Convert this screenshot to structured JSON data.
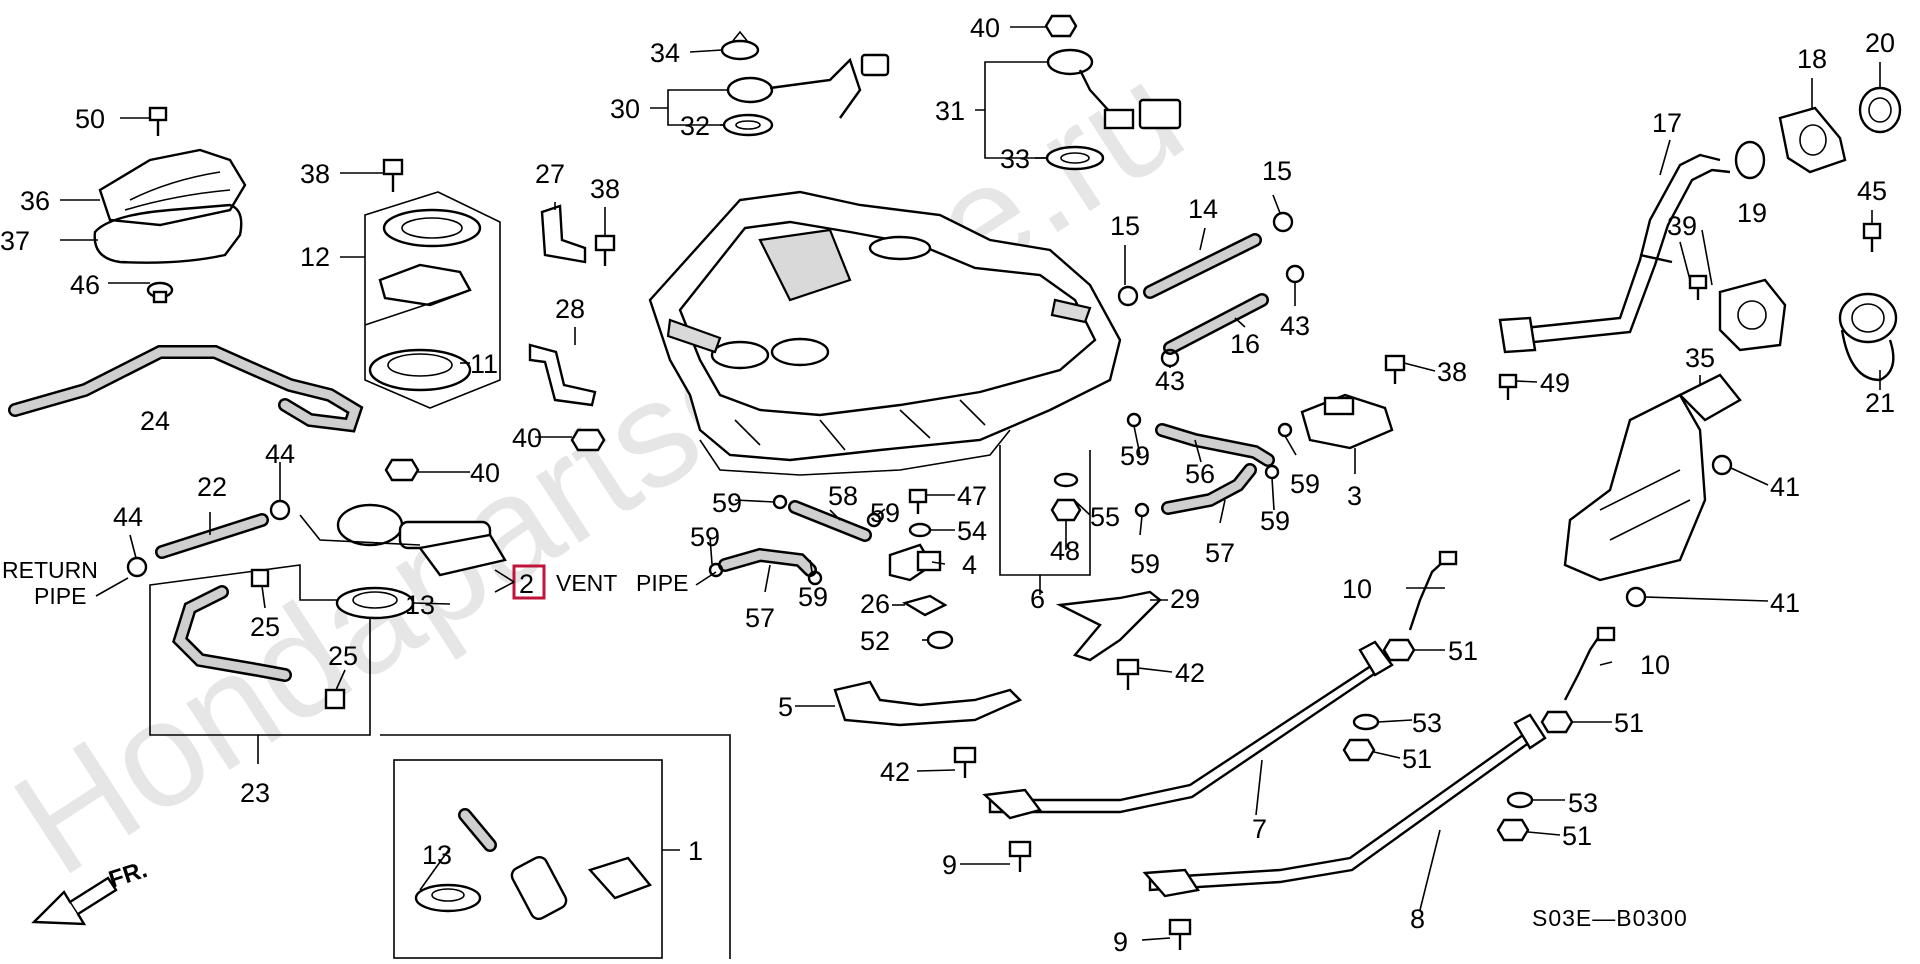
{
  "diagram": {
    "code": "S03E—B0300",
    "watermark": "Hondapartsonline.ru",
    "front_label": "FR.",
    "return_pipe_line1": "RETURN",
    "return_pipe_line2": "PIPE",
    "vent_label": "VENT",
    "pipe_label": "PIPE",
    "highlight_number": "2",
    "highlight_color": "#c0143c"
  },
  "callouts": [
    {
      "id": "c50",
      "text": "50"
    },
    {
      "id": "c36",
      "text": "36"
    },
    {
      "id": "c37",
      "text": "37"
    },
    {
      "id": "c46",
      "text": "46"
    },
    {
      "id": "c38a",
      "text": "38"
    },
    {
      "id": "c12",
      "text": "12"
    },
    {
      "id": "c11",
      "text": "11"
    },
    {
      "id": "c24",
      "text": "24"
    },
    {
      "id": "c27",
      "text": "27"
    },
    {
      "id": "c38b",
      "text": "38"
    },
    {
      "id": "c28",
      "text": "28"
    },
    {
      "id": "c40a",
      "text": "40"
    },
    {
      "id": "c40b",
      "text": "40"
    },
    {
      "id": "c34",
      "text": "34"
    },
    {
      "id": "c30",
      "text": "30"
    },
    {
      "id": "c32",
      "text": "32"
    },
    {
      "id": "c40c",
      "text": "40"
    },
    {
      "id": "c31",
      "text": "31"
    },
    {
      "id": "c33",
      "text": "33"
    },
    {
      "id": "c18",
      "text": "18"
    },
    {
      "id": "c20",
      "text": "20"
    },
    {
      "id": "c17",
      "text": "17"
    },
    {
      "id": "c14",
      "text": "14"
    },
    {
      "id": "c15a",
      "text": "15"
    },
    {
      "id": "c15b",
      "text": "15"
    },
    {
      "id": "c16",
      "text": "16"
    },
    {
      "id": "c43a",
      "text": "43"
    },
    {
      "id": "c43b",
      "text": "43"
    },
    {
      "id": "c19",
      "text": "19"
    },
    {
      "id": "c39",
      "text": "39"
    },
    {
      "id": "c45",
      "text": "45"
    },
    {
      "id": "c38c",
      "text": "38"
    },
    {
      "id": "c49",
      "text": "49"
    },
    {
      "id": "c21",
      "text": "21"
    },
    {
      "id": "c35",
      "text": "35"
    },
    {
      "id": "c3",
      "text": "3"
    },
    {
      "id": "c56",
      "text": "56"
    },
    {
      "id": "c59a",
      "text": "59"
    },
    {
      "id": "c59b",
      "text": "59"
    },
    {
      "id": "c59c",
      "text": "59"
    },
    {
      "id": "c57a",
      "text": "57"
    },
    {
      "id": "c59d",
      "text": "59"
    },
    {
      "id": "c41a",
      "text": "41"
    },
    {
      "id": "c41b",
      "text": "41"
    },
    {
      "id": "c44a",
      "text": "44"
    },
    {
      "id": "c44b",
      "text": "44"
    },
    {
      "id": "c22",
      "text": "22"
    },
    {
      "id": "c13a",
      "text": "13"
    },
    {
      "id": "c25a",
      "text": "25"
    },
    {
      "id": "c25b",
      "text": "25"
    },
    {
      "id": "c23",
      "text": "23"
    },
    {
      "id": "c59e",
      "text": "59"
    },
    {
      "id": "c59f",
      "text": "59"
    },
    {
      "id": "c59g",
      "text": "59"
    },
    {
      "id": "c59h",
      "text": "59"
    },
    {
      "id": "c58",
      "text": "58"
    },
    {
      "id": "c57b",
      "text": "57"
    },
    {
      "id": "c47",
      "text": "47"
    },
    {
      "id": "c54",
      "text": "54"
    },
    {
      "id": "c4",
      "text": "4"
    },
    {
      "id": "c55",
      "text": "55"
    },
    {
      "id": "c48",
      "text": "48"
    },
    {
      "id": "c6",
      "text": "6"
    },
    {
      "id": "c26",
      "text": "26"
    },
    {
      "id": "c29",
      "text": "29"
    },
    {
      "id": "c52",
      "text": "52"
    },
    {
      "id": "c42a",
      "text": "42"
    },
    {
      "id": "c5",
      "text": "5"
    },
    {
      "id": "c42b",
      "text": "42"
    },
    {
      "id": "c10a",
      "text": "10"
    },
    {
      "id": "c51a",
      "text": "51"
    },
    {
      "id": "c10b",
      "text": "10"
    },
    {
      "id": "c51b",
      "text": "51"
    },
    {
      "id": "c53a",
      "text": "53"
    },
    {
      "id": "c51c",
      "text": "51"
    },
    {
      "id": "c53b",
      "text": "53"
    },
    {
      "id": "c51d",
      "text": "51"
    },
    {
      "id": "c7",
      "text": "7"
    },
    {
      "id": "c9a",
      "text": "9"
    },
    {
      "id": "c8",
      "text": "8"
    },
    {
      "id": "c9b",
      "text": "9"
    },
    {
      "id": "c1",
      "text": "1"
    },
    {
      "id": "c13b",
      "text": "13"
    }
  ]
}
